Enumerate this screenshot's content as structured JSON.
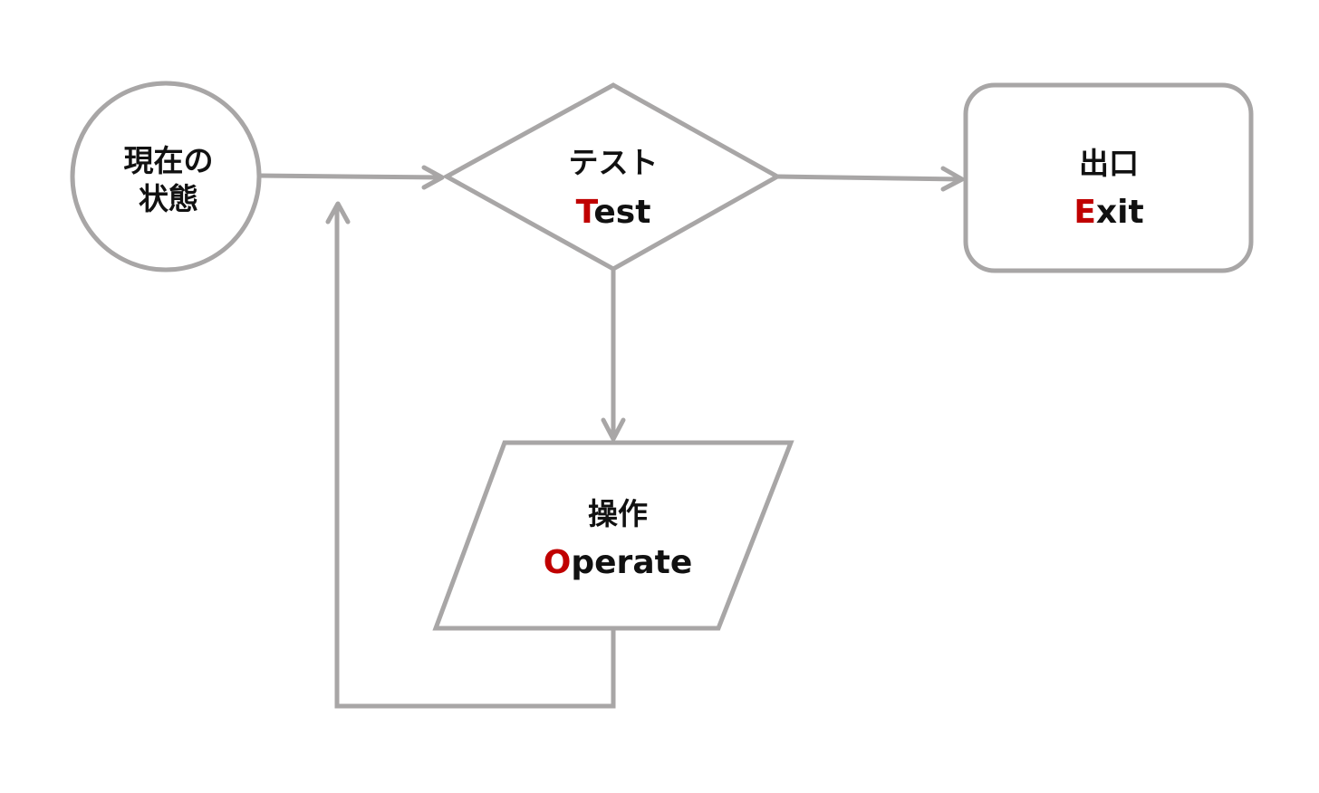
{
  "colors": {
    "stroke": "#a8a6a6",
    "text": "#111111",
    "accent": "#c00000",
    "background": "#ffffff"
  },
  "nodes": {
    "state": {
      "shape": "circle",
      "line1": "現在の",
      "line2": "状態"
    },
    "test": {
      "shape": "diamond",
      "jp": "テスト",
      "en_initial": "T",
      "en_rest": "est"
    },
    "exit": {
      "shape": "rounded-rectangle",
      "jp": "出口",
      "en_initial": "E",
      "en_rest": "xit"
    },
    "operate": {
      "shape": "parallelogram",
      "jp": "操作",
      "en_initial": "O",
      "en_rest": "perate"
    }
  },
  "edges": [
    {
      "from": "state",
      "to": "test"
    },
    {
      "from": "test",
      "to": "exit"
    },
    {
      "from": "test",
      "to": "operate"
    },
    {
      "from": "operate",
      "to": "test"
    }
  ]
}
